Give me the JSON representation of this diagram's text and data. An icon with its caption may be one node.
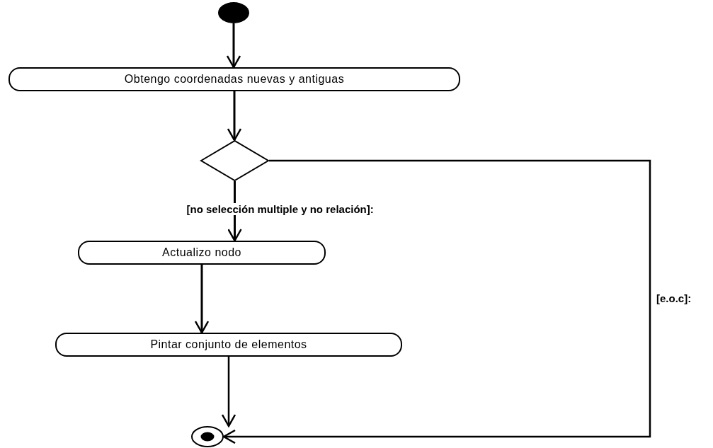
{
  "diagram": {
    "nodes": [
      {
        "text": [],
        "shape": "circle"
      },
      {
        "text": [
          "Obtengo coordenadas nuevas y antiguas"
        ]
      },
      {
        "text": [],
        "shape": "diamond"
      },
      {
        "text": [
          "Actualizo nodo"
        ]
      },
      {
        "text": [
          "Pintar conjunto de elementos"
        ]
      },
      {
        "text": [],
        "shape": "circle"
      }
    ],
    "edges": [
      {
        "from": 0,
        "to": 1,
        "arrow": "to"
      },
      {
        "from": 1,
        "to": 2,
        "arrow": "to"
      },
      {
        "from": 2,
        "to": 3,
        "arrow": "to",
        "label": "[no selección multiple y no relación]:"
      },
      {
        "from": 3,
        "to": 4,
        "arrow": "to"
      },
      {
        "from": 4,
        "to": 5,
        "arrow": "to"
      },
      {
        "from": 2,
        "to": 5,
        "arrow": "to",
        "label": "[e.o.c]:"
      }
    ]
  }
}
